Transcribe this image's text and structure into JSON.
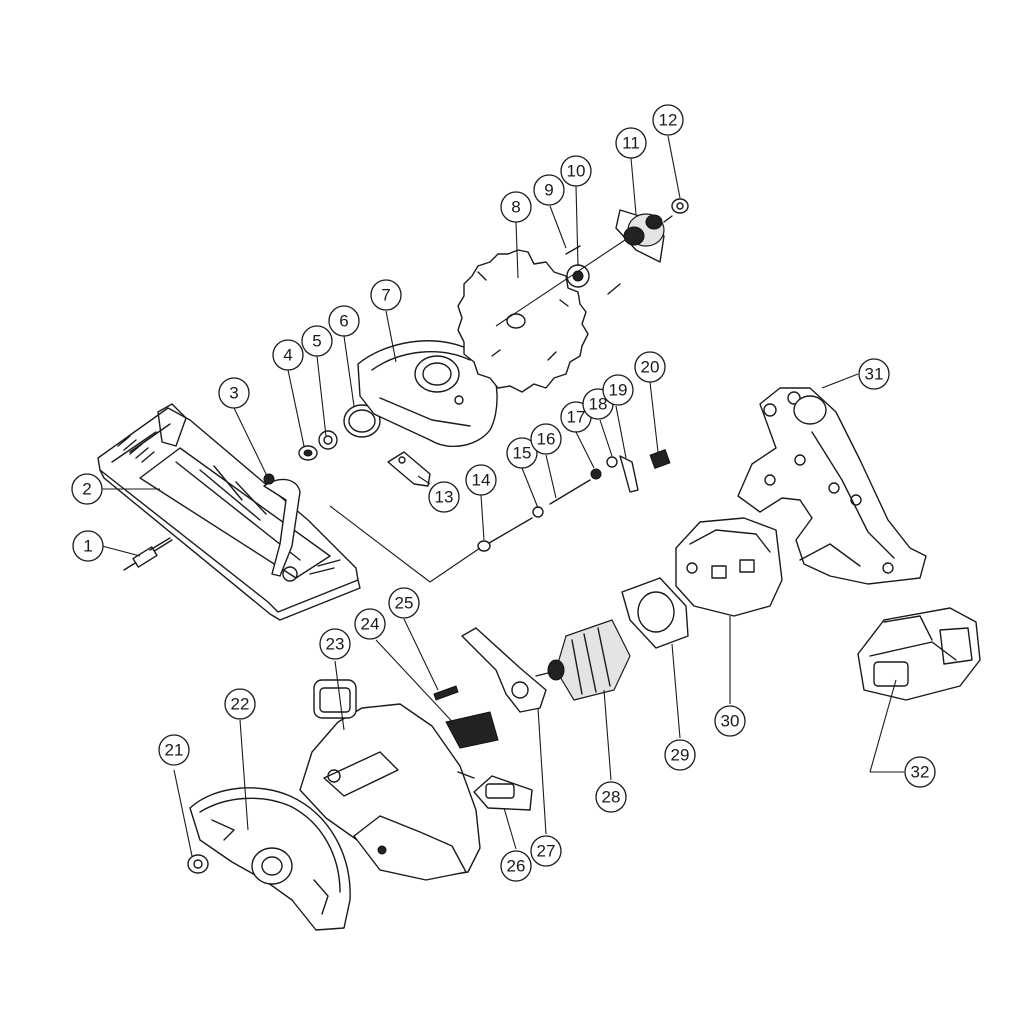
{
  "callouts": [
    {
      "id": "part-1",
      "label": "1"
    },
    {
      "id": "part-2",
      "label": "2"
    },
    {
      "id": "part-3",
      "label": "3"
    },
    {
      "id": "part-4",
      "label": "4"
    },
    {
      "id": "part-5",
      "label": "5"
    },
    {
      "id": "part-6",
      "label": "6"
    },
    {
      "id": "part-7",
      "label": "7"
    },
    {
      "id": "part-8",
      "label": "8"
    },
    {
      "id": "part-9",
      "label": "9"
    },
    {
      "id": "part-10",
      "label": "10"
    },
    {
      "id": "part-11",
      "label": "11"
    },
    {
      "id": "part-12",
      "label": "12"
    },
    {
      "id": "part-13",
      "label": "13"
    },
    {
      "id": "part-14",
      "label": "14"
    },
    {
      "id": "part-15",
      "label": "15"
    },
    {
      "id": "part-16",
      "label": "16"
    },
    {
      "id": "part-17",
      "label": "17"
    },
    {
      "id": "part-18",
      "label": "18"
    },
    {
      "id": "part-19",
      "label": "19"
    },
    {
      "id": "part-20",
      "label": "20"
    },
    {
      "id": "part-21",
      "label": "21"
    },
    {
      "id": "part-22",
      "label": "22"
    },
    {
      "id": "part-23",
      "label": "23"
    },
    {
      "id": "part-24",
      "label": "24"
    },
    {
      "id": "part-25",
      "label": "25"
    },
    {
      "id": "part-26",
      "label": "26"
    },
    {
      "id": "part-27",
      "label": "27"
    },
    {
      "id": "part-28",
      "label": "28"
    },
    {
      "id": "part-29",
      "label": "29"
    },
    {
      "id": "part-30",
      "label": "30"
    },
    {
      "id": "part-31",
      "label": "31"
    },
    {
      "id": "part-32",
      "label": "32"
    }
  ]
}
